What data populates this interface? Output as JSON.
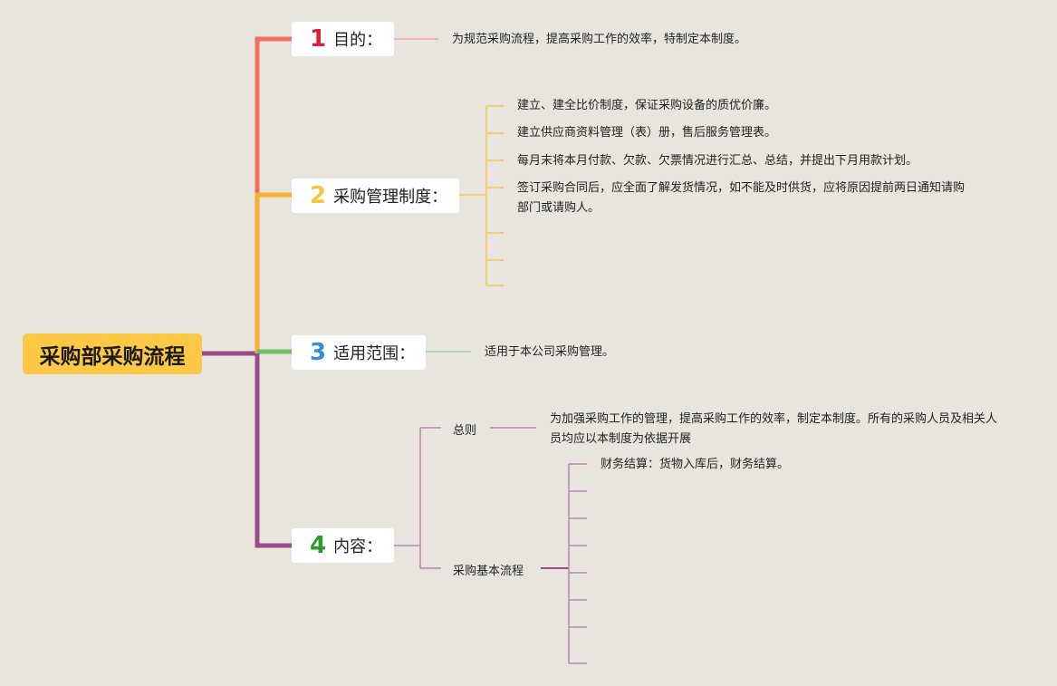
{
  "root": {
    "title": "采购部采购流程"
  },
  "colors": {
    "background": "#e8e5de",
    "root_fill": "#fcc845",
    "branch1": "#f36f5e",
    "branch2": "#fbb02d",
    "branch3": "#6cc05f",
    "branch4": "#9b4c86",
    "num1": "#d7223a",
    "num2": "#f2c744",
    "num3": "#2e8fd5",
    "num4": "#2c9a2c"
  },
  "branches": [
    {
      "num": "1",
      "label": "目的：",
      "items": [
        "为规范采购流程，提高采购工作的效率，特制定本制度。"
      ]
    },
    {
      "num": "2",
      "label": "采购管理制度：",
      "items": [
        "建立、建全比价制度，保证采购设备的质优价廉。",
        "建立供应商资料管理（表）册，售后服务管理表。",
        "每月末将本月付款、欠款、欠票情况进行汇总、总结，并提出下月用款计划。",
        "签订采购合同后，应全面了解发货情况，如不能及时供货，应将原因提前两日通知请购部门或请购人。"
      ]
    },
    {
      "num": "3",
      "label": "适用范围：",
      "items": [
        "适用于本公司采购管理。"
      ]
    },
    {
      "num": "4",
      "label": "内容：",
      "sub": [
        {
          "label": "总则",
          "items": [
            "为加强采购工作的管理，提高采购工作的效率，制定本制度。所有的采购人员及相关人员均应以本制度为依据开展"
          ]
        },
        {
          "label": "采购基本流程",
          "items": [
            "财务结算：货物入库后，财务结算。"
          ]
        }
      ]
    }
  ]
}
